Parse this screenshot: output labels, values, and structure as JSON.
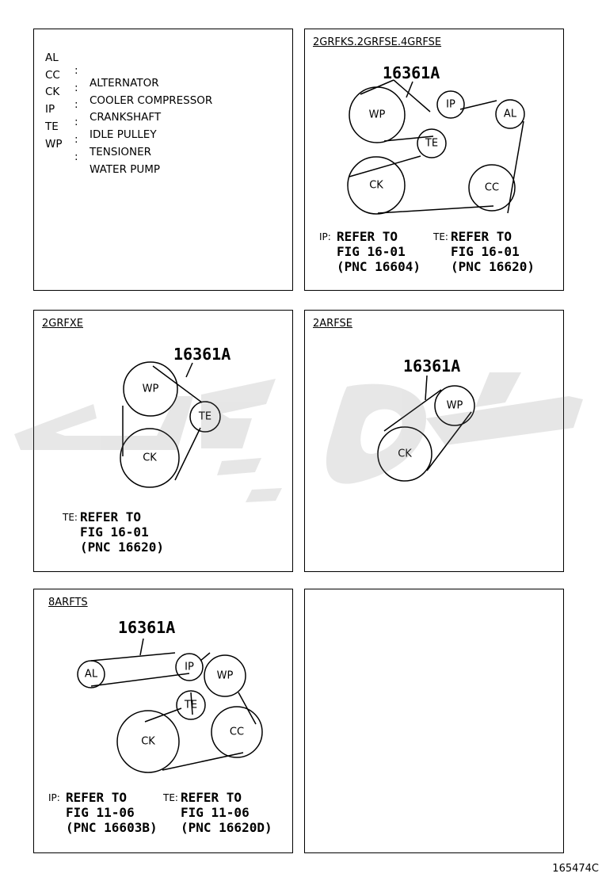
{
  "legend": [
    {
      "code": "AL",
      "name": "ALTERNATOR"
    },
    {
      "code": "CC",
      "name": "COOLER COMPRESSOR"
    },
    {
      "code": "CK",
      "name": "CRANKSHAFT"
    },
    {
      "code": "IP",
      "name": "IDLE PULLEY"
    },
    {
      "code": "TE",
      "name": "TENSIONER"
    },
    {
      "code": "WP",
      "name": "WATER PUMP"
    }
  ],
  "legend_colon": ":",
  "panels": [
    {
      "title": "2GRFKS.2GRFSE.4GRFSE",
      "part": "16361A",
      "pulleys": [
        "WP",
        "IP",
        "AL",
        "TE",
        "CK",
        "CC"
      ],
      "notes": [
        {
          "tag": "IP:",
          "lines": [
            "REFER TO",
            "FIG 16-01",
            "(PNC 16604)"
          ]
        },
        {
          "tag": "TE:",
          "lines": [
            "REFER TO",
            "FIG 16-01",
            "(PNC 16620)"
          ]
        }
      ]
    },
    {
      "title": "2GRFXE",
      "part": "16361A",
      "pulleys": [
        "WP",
        "TE",
        "CK"
      ],
      "notes": [
        {
          "tag": "TE:",
          "lines": [
            "REFER TO",
            "FIG 16-01",
            "(PNC 16620)"
          ]
        }
      ]
    },
    {
      "title": "2ARFSE",
      "part": "16361A",
      "pulleys": [
        "WP",
        "CK"
      ],
      "notes": []
    },
    {
      "title": "8ARFTS",
      "part": "16361A",
      "pulleys": [
        "AL",
        "IP",
        "WP",
        "TE",
        "CK",
        "CC"
      ],
      "notes": [
        {
          "tag": "IP:",
          "lines": [
            "REFER TO",
            "FIG 11-06",
            "(PNC 16603B)"
          ]
        },
        {
          "tag": "TE:",
          "lines": [
            "REFER TO",
            "FIG 11-06",
            "(PNC 16620D)"
          ]
        }
      ]
    }
  ],
  "figure_id": "165474C",
  "watermark_color": "#7a7a7a"
}
